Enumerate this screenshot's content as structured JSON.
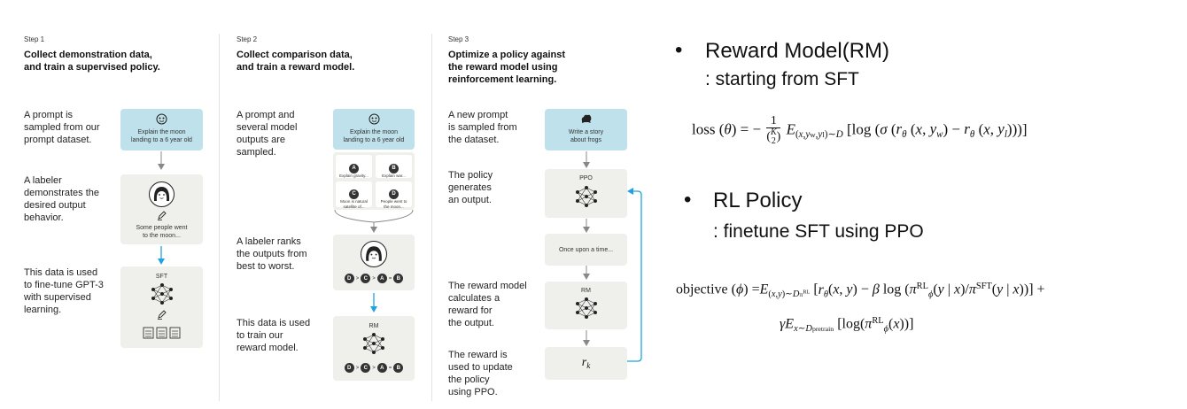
{
  "step1": {
    "label": "Step 1",
    "title_line1": "Collect demonstration data,",
    "title_line2": "and train a supervised policy.",
    "desc1": [
      "A prompt is",
      "sampled from our",
      "prompt dataset."
    ],
    "desc2": [
      "A labeler",
      "demonstrates the",
      "desired output",
      "behavior."
    ],
    "desc3": [
      "This data is used",
      "to fine-tune GPT-3",
      "with supervised",
      "learning."
    ],
    "prompt": [
      "Explain the moon",
      "landing to a 6 year old"
    ],
    "demo_output": [
      "Some people went",
      "to the moon..."
    ],
    "model_label": "SFT"
  },
  "step2": {
    "label": "Step 2",
    "title_line1": "Collect comparison data,",
    "title_line2": "and train a reward model.",
    "desc1": [
      "A prompt and",
      "several model",
      "outputs are",
      "sampled."
    ],
    "desc2": [
      "A labeler ranks",
      "the outputs from",
      "best to worst."
    ],
    "desc3": [
      "This data is used",
      "to train our",
      "reward model."
    ],
    "prompt": [
      "Explain the moon",
      "landing to a 6 year old"
    ],
    "outputs": [
      {
        "letter": "A",
        "text": [
          "Explain gravity..."
        ]
      },
      {
        "letter": "B",
        "text": [
          "Explain war..."
        ]
      },
      {
        "letter": "C",
        "text": [
          "Moon is natural",
          "satellite of..."
        ]
      },
      {
        "letter": "D",
        "text": [
          "People went to",
          "the moon..."
        ]
      }
    ],
    "ranking": [
      "D",
      ">",
      "C",
      ">",
      "A",
      "=",
      "B"
    ],
    "model_label": "RM"
  },
  "step3": {
    "label": "Step 3",
    "title_line1": "Optimize a policy against",
    "title_line2": "the reward model using",
    "title_line3": "reinforcement learning.",
    "desc1": [
      "A new prompt",
      "is sampled from",
      "the dataset."
    ],
    "desc2": [
      "The policy",
      "generates",
      "an output."
    ],
    "desc3": [
      "The reward model",
      "calculates a",
      "reward for",
      "the output."
    ],
    "desc4": [
      "The reward is",
      "used to update",
      "the policy",
      "using PPO."
    ],
    "prompt": [
      "Write a story",
      "about frogs"
    ],
    "policy_label": "PPO",
    "output": "Once upon a time...",
    "rm_label": "RM",
    "reward_symbol": "r",
    "reward_sub": "k"
  },
  "right": {
    "rm_title": "Reward Model(RM)",
    "rm_sub": ": starting from SFT",
    "rl_title": "RL Policy",
    "rl_sub": ": finetune SFT using PPO",
    "bullet": "•"
  },
  "colors": {
    "blue_box": "#bfe1ec",
    "gray_box": "#efefeb",
    "blue_arrow": "#1fa3e0",
    "gray_arrow": "#888888"
  },
  "icons": [
    "robot-icon",
    "labeler-face-icon",
    "pencil-icon",
    "document-icon",
    "network-icon",
    "frog-icon"
  ]
}
